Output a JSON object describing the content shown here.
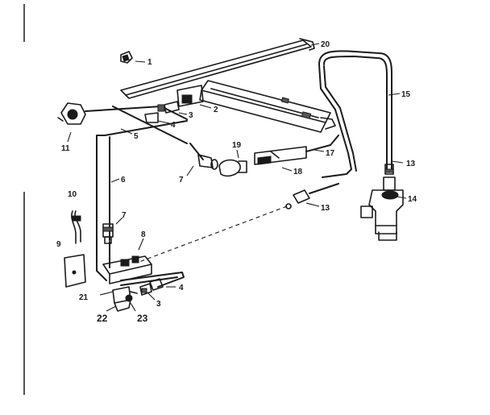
{
  "callouts": [
    {
      "id": "c1",
      "text": "1"
    },
    {
      "id": "c2",
      "text": "2"
    },
    {
      "id": "c3a",
      "text": "3"
    },
    {
      "id": "c4a",
      "text": "4"
    },
    {
      "id": "c5",
      "text": "5"
    },
    {
      "id": "c6",
      "text": "6"
    },
    {
      "id": "c7a",
      "text": "7"
    },
    {
      "id": "c7b",
      "text": "7"
    },
    {
      "id": "c8",
      "text": "8"
    },
    {
      "id": "c9",
      "text": "9"
    },
    {
      "id": "c10",
      "text": "10"
    },
    {
      "id": "c11",
      "text": "11"
    },
    {
      "id": "c13a",
      "text": "13"
    },
    {
      "id": "c13b",
      "text": "13"
    },
    {
      "id": "c14",
      "text": "14"
    },
    {
      "id": "c15",
      "text": "15"
    },
    {
      "id": "c17",
      "text": "17"
    },
    {
      "id": "c18",
      "text": "18"
    },
    {
      "id": "c19",
      "text": "19"
    },
    {
      "id": "c20",
      "text": "20"
    },
    {
      "id": "c21",
      "text": "21"
    },
    {
      "id": "c22",
      "text": "22"
    },
    {
      "id": "c23",
      "text": "23"
    },
    {
      "id": "c3b",
      "text": "3"
    },
    {
      "id": "c4b",
      "text": "4"
    }
  ]
}
